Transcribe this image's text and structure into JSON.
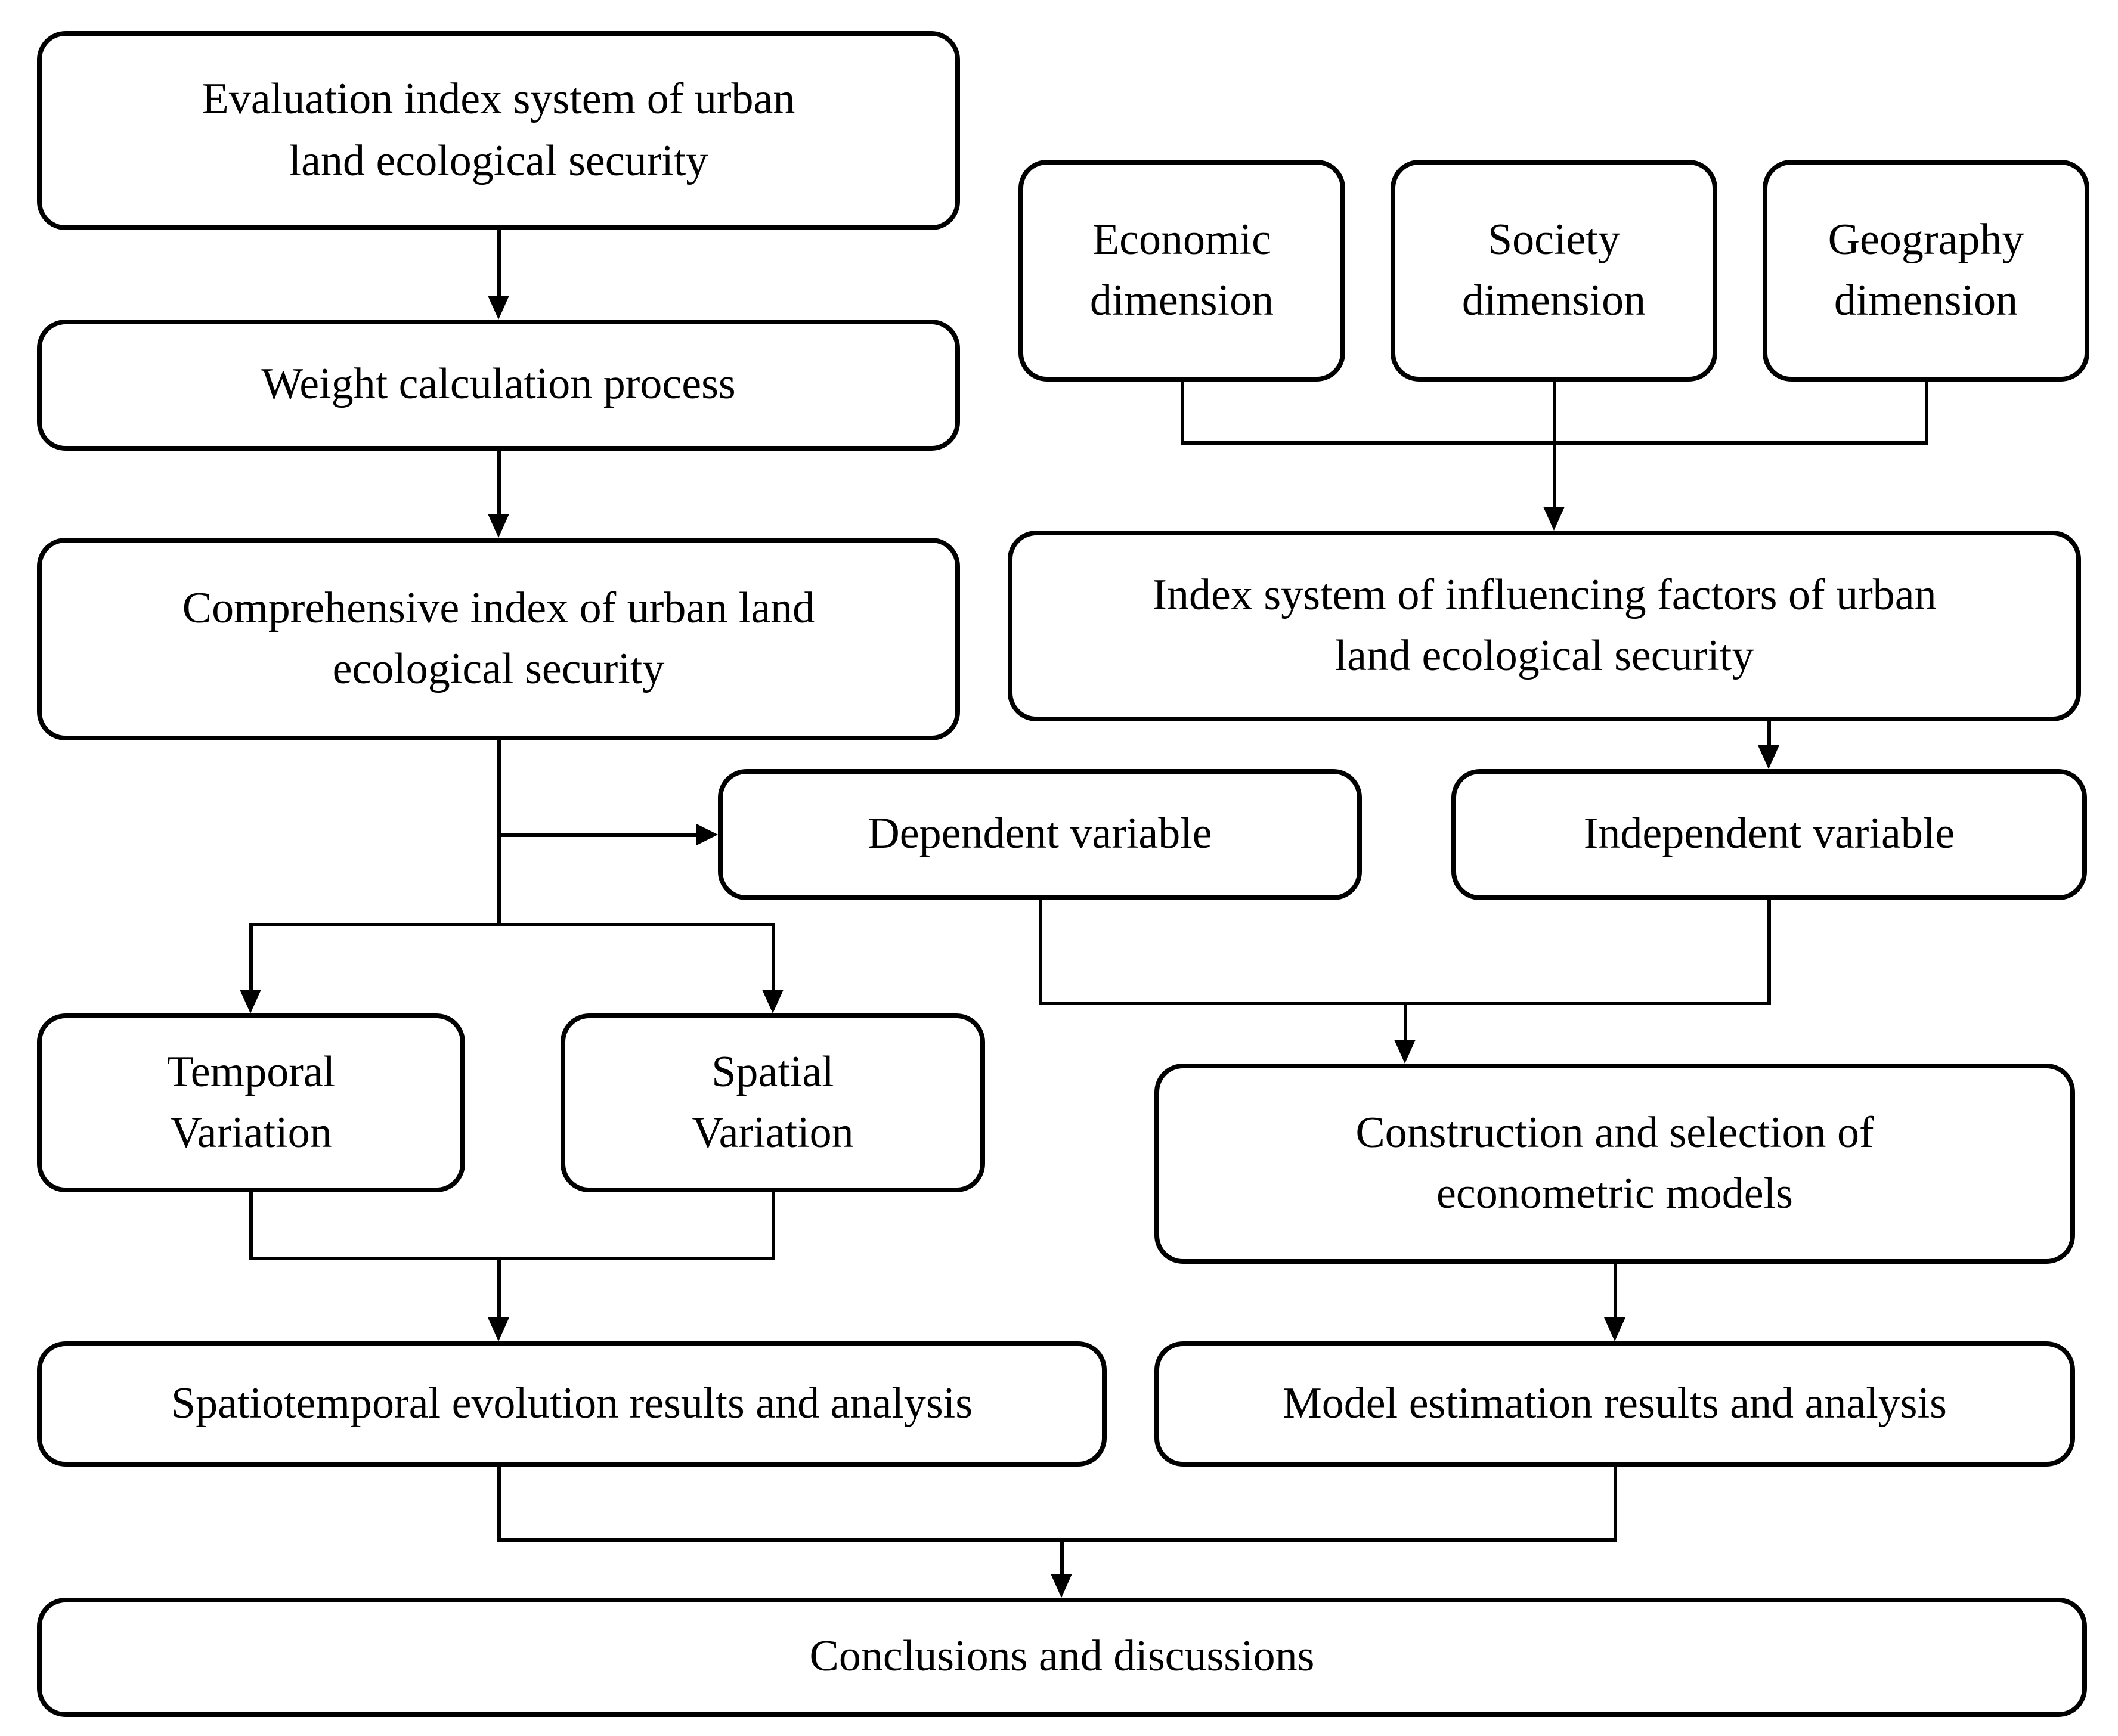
{
  "diagram": {
    "background_color": "#ffffff",
    "box_fill_color": "#ffffff",
    "box_border_color": "#000000",
    "text_color": "#000000",
    "arrow_color": "#000000",
    "nodes": {
      "evaluation": {
        "label": "Evaluation index system of urban\nland ecological security"
      },
      "weight": {
        "label": "Weight calculation process"
      },
      "comprehensive": {
        "label": "Comprehensive index of urban land\necological security"
      },
      "economic": {
        "label": "Economic\ndimension"
      },
      "society": {
        "label": "Society\ndimension"
      },
      "geography": {
        "label": "Geography\ndimension"
      },
      "index_system": {
        "label": "Index system of influencing factors of urban\nland ecological security"
      },
      "dependent": {
        "label": "Dependent variable"
      },
      "independent": {
        "label": "Independent variable"
      },
      "temporal": {
        "label": "Temporal\nVariation"
      },
      "spatial": {
        "label": "Spatial\nVariation"
      },
      "construction": {
        "label": "Construction and selection of\neconometric models"
      },
      "spatiotemporal": {
        "label": "Spatiotemporal evolution results and analysis"
      },
      "model_estimation": {
        "label": "Model estimation results and analysis"
      },
      "conclusions": {
        "label": "Conclusions and discussions"
      }
    },
    "edges": [
      {
        "from": "evaluation",
        "to": "weight"
      },
      {
        "from": "weight",
        "to": "comprehensive"
      },
      {
        "from": "comprehensive",
        "to": "dependent"
      },
      {
        "from": "comprehensive",
        "to": "temporal"
      },
      {
        "from": "comprehensive",
        "to": "spatial"
      },
      {
        "from": "economic",
        "to": "index_system"
      },
      {
        "from": "society",
        "to": "index_system"
      },
      {
        "from": "geography",
        "to": "index_system"
      },
      {
        "from": "index_system",
        "to": "independent"
      },
      {
        "from": "dependent",
        "to": "construction"
      },
      {
        "from": "independent",
        "to": "construction"
      },
      {
        "from": "construction",
        "to": "model_estimation"
      },
      {
        "from": "temporal",
        "to": "spatiotemporal"
      },
      {
        "from": "spatial",
        "to": "spatiotemporal"
      },
      {
        "from": "spatiotemporal",
        "to": "conclusions"
      },
      {
        "from": "model_estimation",
        "to": "conclusions"
      }
    ]
  }
}
